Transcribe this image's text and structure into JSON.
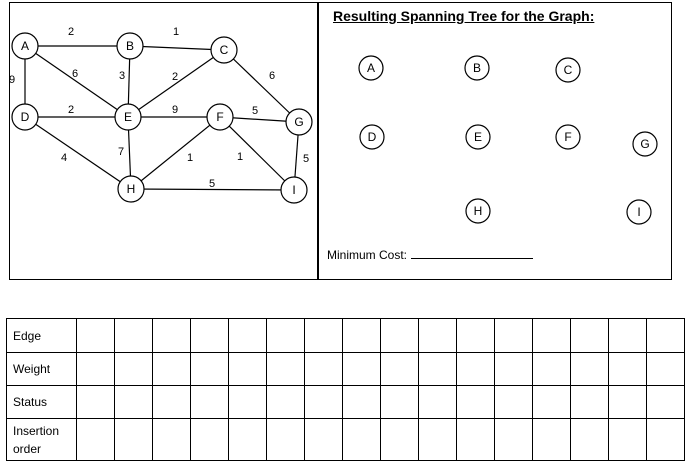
{
  "graph": {
    "nodes": [
      {
        "id": "A",
        "label": "A"
      },
      {
        "id": "B",
        "label": "B"
      },
      {
        "id": "C",
        "label": "C"
      },
      {
        "id": "D",
        "label": "D"
      },
      {
        "id": "E",
        "label": "E"
      },
      {
        "id": "F",
        "label": "F"
      },
      {
        "id": "G",
        "label": "G"
      },
      {
        "id": "H",
        "label": "H"
      },
      {
        "id": "I",
        "label": "I"
      }
    ],
    "edges": [
      {
        "from": "A",
        "to": "B",
        "weight": "2"
      },
      {
        "from": "B",
        "to": "C",
        "weight": "1"
      },
      {
        "from": "A",
        "to": "D",
        "weight": "9"
      },
      {
        "from": "A",
        "to": "E",
        "weight": "6"
      },
      {
        "from": "B",
        "to": "E",
        "weight": "3"
      },
      {
        "from": "C",
        "to": "E",
        "weight": "2"
      },
      {
        "from": "C",
        "to": "G",
        "weight": "6"
      },
      {
        "from": "D",
        "to": "E",
        "weight": "2"
      },
      {
        "from": "E",
        "to": "F",
        "weight": "9"
      },
      {
        "from": "F",
        "to": "G",
        "weight": "5"
      },
      {
        "from": "D",
        "to": "H",
        "weight": "4"
      },
      {
        "from": "E",
        "to": "H",
        "weight": "7"
      },
      {
        "from": "F",
        "to": "H",
        "weight": "1"
      },
      {
        "from": "F",
        "to": "I",
        "weight": "1"
      },
      {
        "from": "G",
        "to": "I",
        "weight": "5"
      },
      {
        "from": "H",
        "to": "I",
        "weight": "5"
      }
    ]
  },
  "tree": {
    "title": "Resulting Spanning Tree for the Graph:",
    "nodes": [
      "A",
      "B",
      "C",
      "D",
      "E",
      "F",
      "G",
      "H",
      "I"
    ],
    "min_cost_label": "Minimum Cost:"
  },
  "table": {
    "row_labels": [
      "Edge",
      "Weight",
      "Status",
      "Insertion order"
    ],
    "column_count": 16
  }
}
